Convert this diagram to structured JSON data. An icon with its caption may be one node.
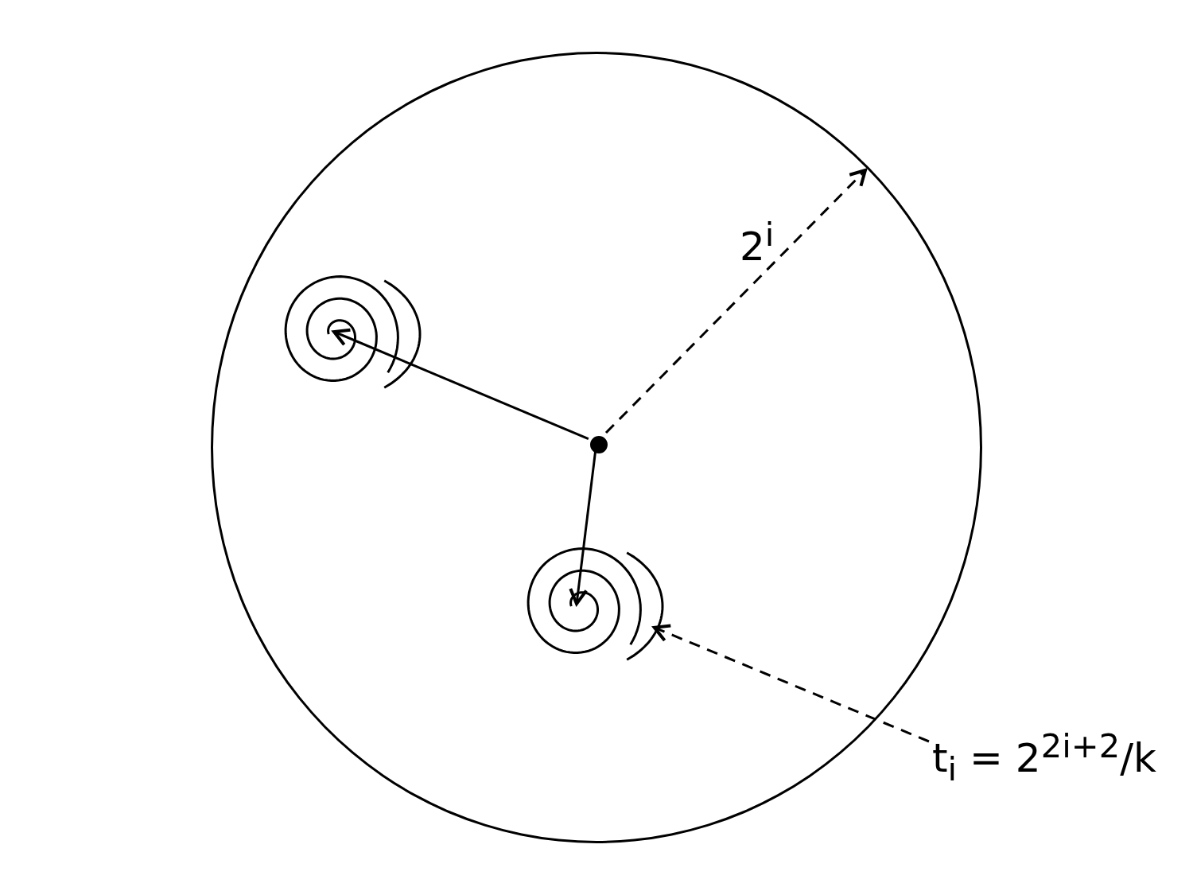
{
  "diagram": {
    "nodes": [
      {
        "text": [],
        "shape": "circle"
      },
      {
        "text": [],
        "shape": "circle",
        "in": 0
      },
      {
        "text": [],
        "shape": "spiral",
        "in": 0
      },
      {
        "text": [],
        "shape": "spiral",
        "in": 0
      },
      {
        "text": [
          "t$_{i}$ = 2$^{2i+2}$/k"
        ]
      }
    ],
    "edges": [
      {
        "from": 1,
        "to": 2,
        "arrow": "to"
      },
      {
        "from": 1,
        "to": 3,
        "arrow": "to"
      },
      {
        "from": 4,
        "to": 3,
        "arrow": "to",
        "style": "dashed"
      }
    ],
    "labels": [
      "2$^{i}$"
    ]
  }
}
